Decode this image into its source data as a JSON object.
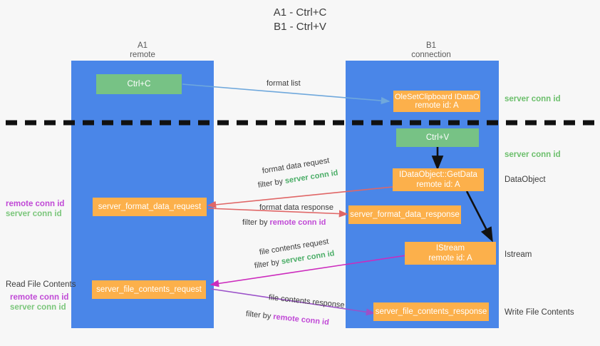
{
  "title": {
    "line1": "A1 - Ctrl+C",
    "line2": "B1 - Ctrl+V"
  },
  "lanes": [
    {
      "id": "a1",
      "name": "A1",
      "role": "remote"
    },
    {
      "id": "b1",
      "name": "B1",
      "role": "connection"
    }
  ],
  "nodes": {
    "ctrl_c": {
      "line1": "Ctrl+C",
      "line2": "",
      "color": "#77c285"
    },
    "clip_dataobject": {
      "line1": "OleSetClipboard IDataObject",
      "line2": "remote id: A",
      "color": "#fcb04b"
    },
    "ctrl_v": {
      "line1": "Ctrl+V",
      "line2": "",
      "color": "#77c285"
    },
    "getdata": {
      "line1": "IDataObject::GetData",
      "line2": "remote id: A",
      "color": "#fcb04b"
    },
    "istream": {
      "line1": "IStream",
      "line2": "remote id: A",
      "color": "#fcb04b"
    },
    "server_format_data_request": {
      "line1": "server_format_data_request",
      "line2": "",
      "color": "#fcb04b"
    },
    "server_format_data_response": {
      "line1": "server_format_data_response",
      "line2": "",
      "color": "#fcb04b"
    },
    "server_file_contents_request": {
      "line1": "server_file_contents_request",
      "line2": "",
      "color": "#fcb04b"
    },
    "server_file_contents_response": {
      "line1": "server_file_contents_response",
      "line2": "",
      "color": "#fcb04b"
    }
  },
  "edges": {
    "format_list": {
      "label": "format list"
    },
    "format_data_request": {
      "label": "format data request",
      "filter_prefix": "filter by ",
      "filter_key": "server conn id"
    },
    "format_data_response": {
      "label": "format data response",
      "filter_prefix": "filter by ",
      "filter_key": "remote conn id"
    },
    "file_contents_request": {
      "label": "file contents request",
      "filter_prefix": "filter by ",
      "filter_key": "server conn id"
    },
    "file_contents_response": {
      "label": "file contents response",
      "filter_prefix": "filter by ",
      "filter_key": "remote conn id"
    }
  },
  "right_notes": {
    "server_conn_id_top": "server conn id",
    "server_conn_id_mid": "server conn id",
    "dataobject": "DataObject",
    "istream": "Istream",
    "write_file_contents": "Write File Contents"
  },
  "left_notes": {
    "mid_remote": "remote conn id",
    "mid_server": "server conn id",
    "read_file_contents": "Read File Contents",
    "low_remote": "remote conn id",
    "low_server": "server conn id"
  },
  "colors": {
    "lane": "#4a86e8",
    "green_node": "#77c285",
    "orange_node": "#fcb04b",
    "green_text": "#4cae68",
    "purple_text": "#c049d6",
    "blue_arrow": "#6fa8dc",
    "red_arrow": "#e06666",
    "magenta_arrow": "#cc2bbd",
    "purple_arrow": "#9b51c9",
    "black": "#000000",
    "background": "#f7f7f7"
  }
}
